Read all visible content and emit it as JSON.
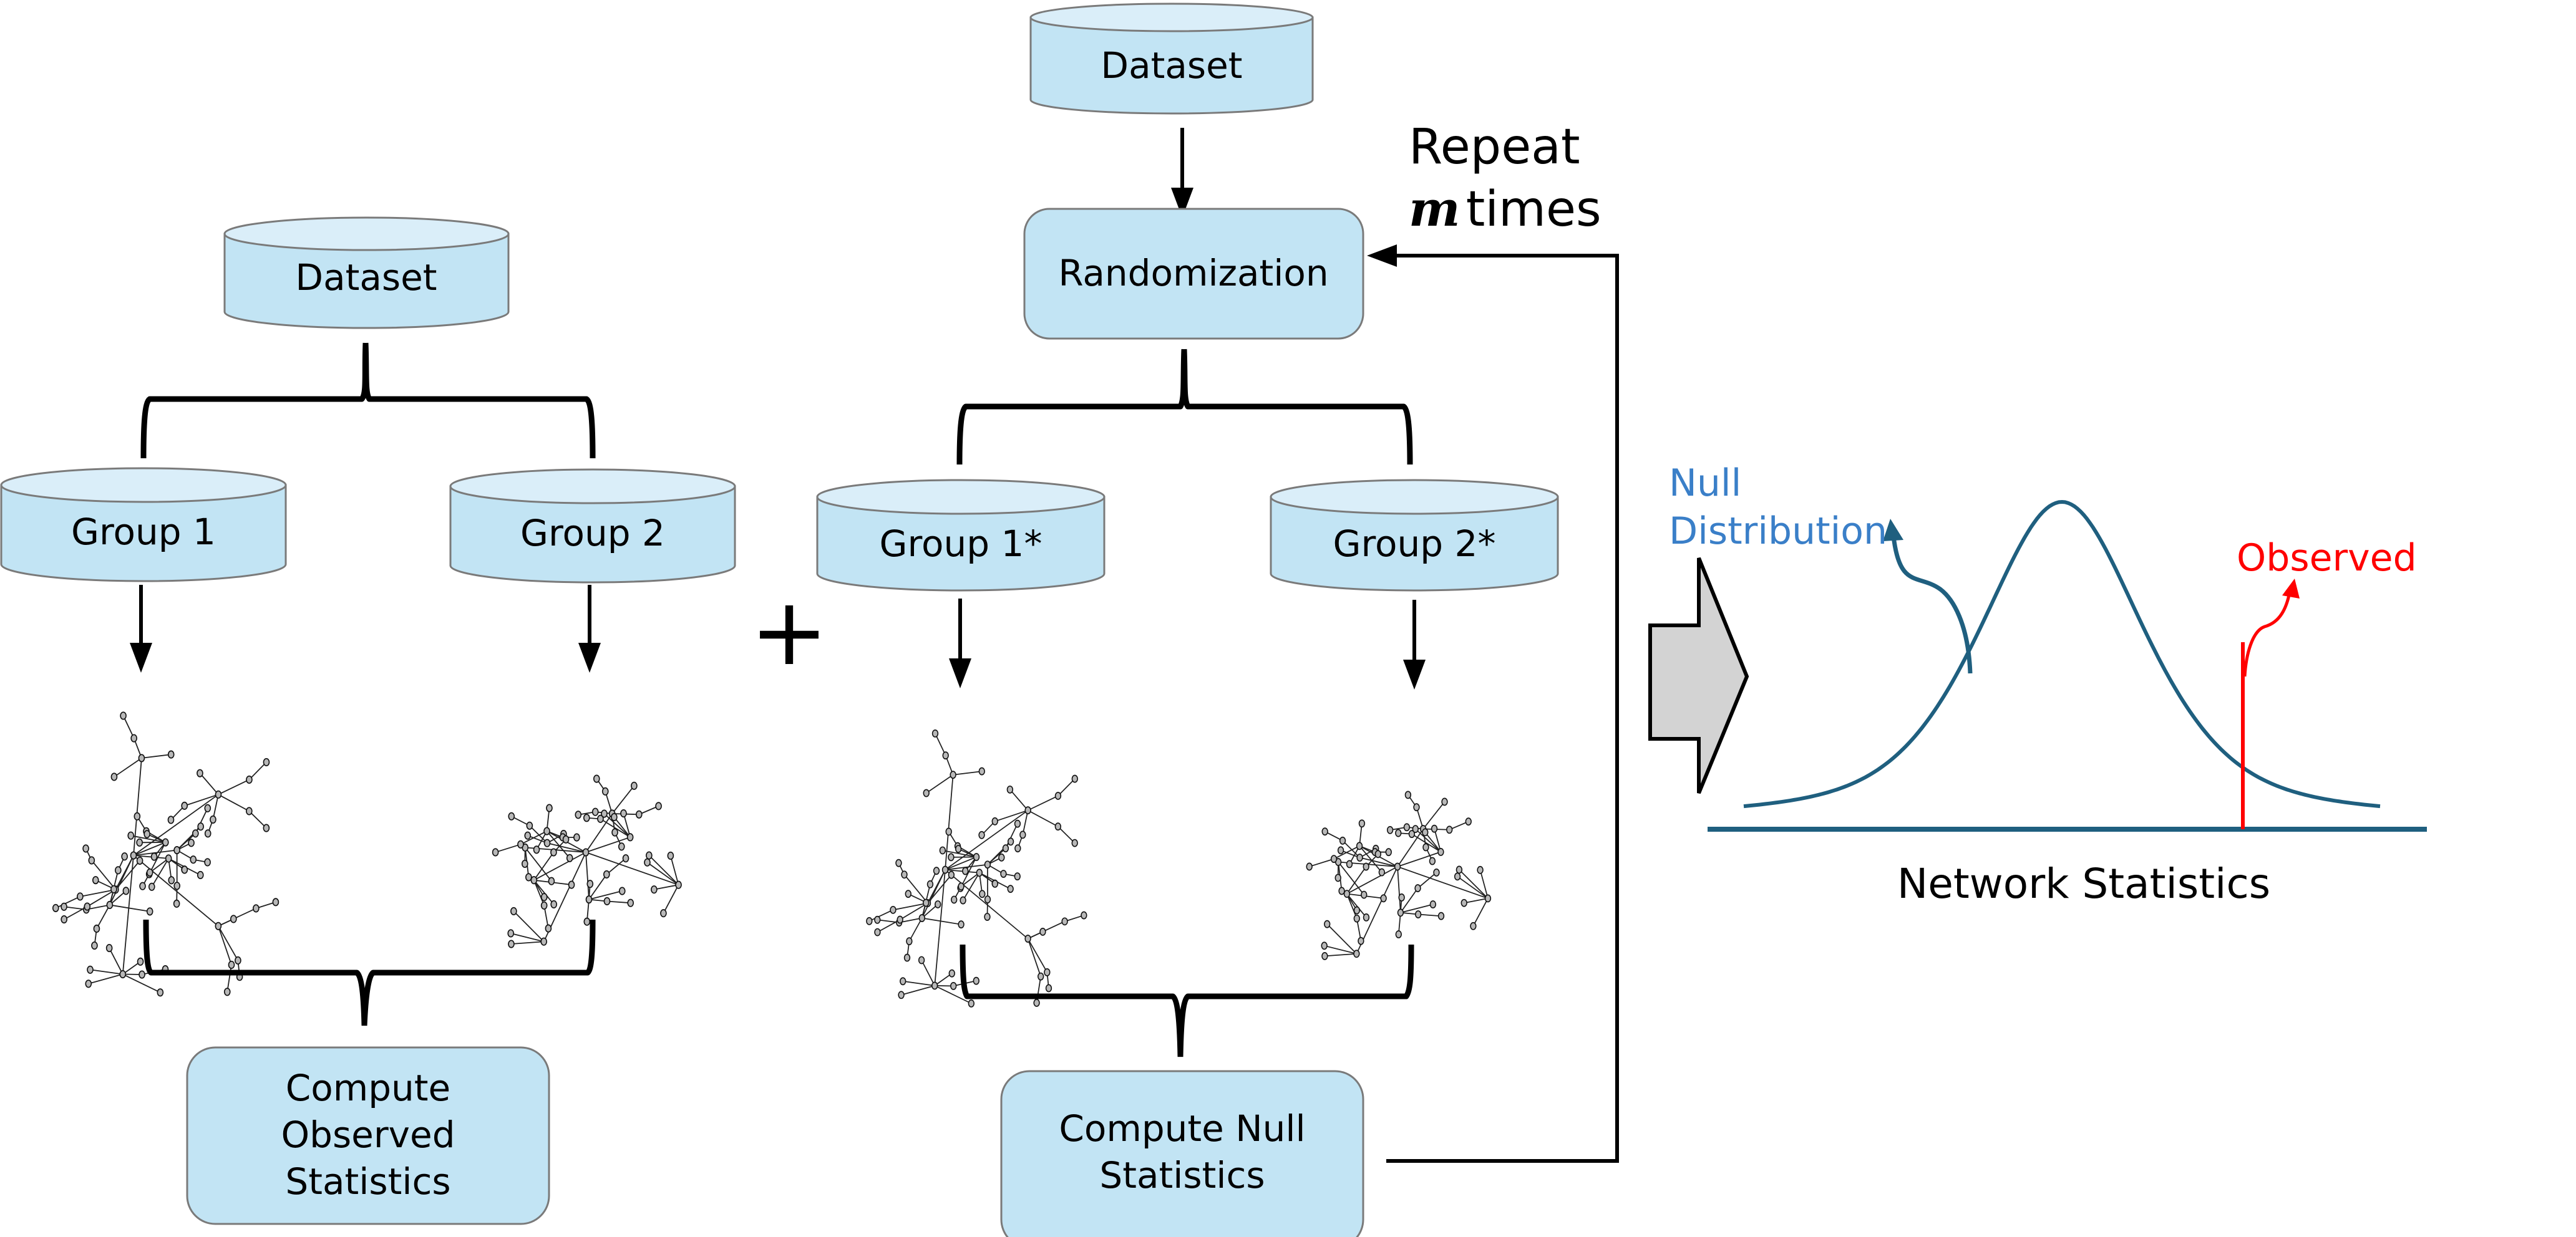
{
  "observed_branch": {
    "dataset_label": "Dataset",
    "group1_label": "Group 1",
    "group2_label": "Group 2",
    "compute_label_lines": [
      "Compute",
      "Observed",
      "Statistics"
    ]
  },
  "plus_sign": "+",
  "null_branch": {
    "dataset_label": "Dataset",
    "randomization_label": "Randomization",
    "group1_label": "Group 1*",
    "group2_label": "Group 2*",
    "compute_label_lines": [
      "Compute Null",
      "Statistics"
    ],
    "repeat_label_line1": "Repeat",
    "repeat_variable": "m",
    "repeat_label_line2_suffix": " times"
  },
  "result_panel": {
    "null_distribution_label_lines": [
      "Null",
      "Distribution"
    ],
    "observed_label": "Observed",
    "axis_label": "Network Statistics"
  },
  "colors": {
    "node_fill": "#c2e4f4",
    "curve": "#1f5f7f",
    "null_label": "#3a7fc8",
    "observed": "#ff0000",
    "big_arrow": "#d3d3d3"
  }
}
